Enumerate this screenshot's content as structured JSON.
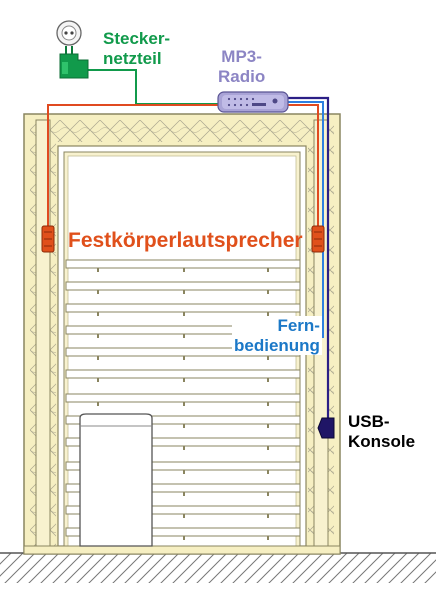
{
  "labels": {
    "power_supply": {
      "line1": "Stecker-",
      "line2": "netzteil"
    },
    "mp3_radio": {
      "line1": "MP3-",
      "line2": "Radio"
    },
    "speakers": "Festkörperlautsprecher",
    "remote_control": {
      "line1": "Fern-",
      "line2": "bedienung"
    },
    "usb_console": {
      "line1": "USB-",
      "line2": "Konsole"
    }
  },
  "colors": {
    "power_supply": "#119a4b",
    "mp3_radio": "#8c85c4",
    "speakers": "#e0501b",
    "remote_control": "#1b78c7",
    "usb_console": "#000000",
    "wall_fill": "#f6efc2",
    "wall_edge": "#8a8560",
    "usb_cable": "#2b1f86",
    "remote_cable": "#2e7fe0",
    "speaker_cable": "#e04a20"
  },
  "icons": [
    "wall-socket-icon",
    "power-plug-icon",
    "mp3-radio-device-icon",
    "speaker-panel-icon",
    "remote-control-icon",
    "usb-console-icon",
    "sauna-stove-icon"
  ]
}
